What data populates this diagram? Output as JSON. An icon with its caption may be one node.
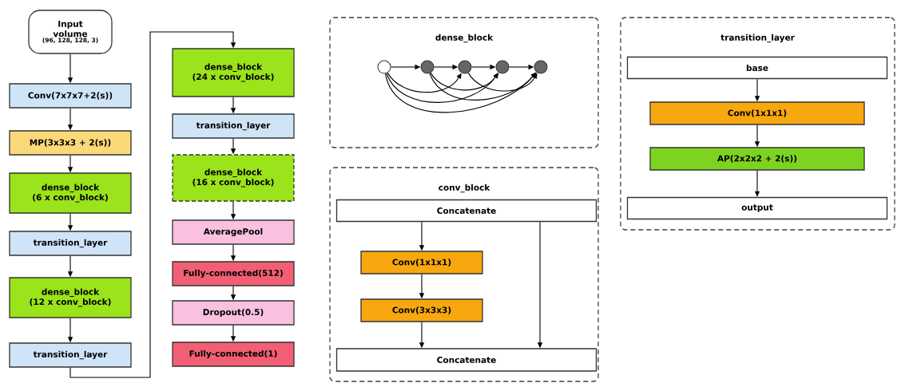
{
  "diagram": {
    "nodes": [
      {
        "text": [
          "Input volume",
          "(96, 128, 128, 3)"
        ]
      },
      {
        "text": [
          "Conv(7x7x7+2(s))"
        ]
      },
      {
        "text": [
          "MP(3x3x3 + 2(s))"
        ]
      },
      {
        "text": [
          "dense_block",
          "(6 x conv_block)"
        ]
      },
      {
        "text": [
          "transition_layer"
        ]
      },
      {
        "text": [
          "dense_block",
          "(12 x conv_block)"
        ]
      },
      {
        "text": [
          "transition_layer"
        ]
      },
      {
        "text": [
          "dense_block",
          "(24 x conv_block)"
        ]
      },
      {
        "text": [
          "transition_layer"
        ]
      },
      {
        "text": [
          "dense_block",
          "(16 x conv_block)"
        ]
      },
      {
        "text": [
          "AveragePool"
        ]
      },
      {
        "text": [
          "Fully-connected(512)"
        ]
      },
      {
        "text": [
          "Dropout(0.5)"
        ]
      },
      {
        "text": [
          "Fully-connected(1)"
        ]
      },
      {
        "text": [
          "dense_block"
        ]
      },
      {
        "text": [],
        "shape": "circle",
        "in": 14
      },
      {
        "text": [],
        "shape": "circle",
        "in": 14
      },
      {
        "text": [],
        "shape": "circle",
        "in": 14
      },
      {
        "text": [],
        "shape": "circle",
        "in": 14
      },
      {
        "text": [],
        "shape": "circle",
        "in": 14
      },
      {
        "text": [
          "conv_block"
        ]
      },
      {
        "text": [
          "Concatenate"
        ],
        "in": 20
      },
      {
        "text": [
          "Conv(1x1x1)"
        ],
        "in": 20
      },
      {
        "text": [
          "Conv(3x3x3)"
        ],
        "in": 20
      },
      {
        "text": [
          "Concatenate"
        ],
        "in": 20
      },
      {
        "text": [
          "transition_layer"
        ]
      },
      {
        "text": [
          "base"
        ],
        "in": 25
      },
      {
        "text": [
          "Conv(1x1x1)"
        ],
        "in": 25
      },
      {
        "text": [
          "AP(2x2x2 + 2(s))"
        ],
        "in": 25
      },
      {
        "text": [
          "output"
        ],
        "in": 25
      }
    ],
    "edges": [
      {
        "from": 0,
        "to": 1,
        "arrow": "to"
      },
      {
        "from": 1,
        "to": 2,
        "arrow": "to"
      },
      {
        "from": 2,
        "to": 3,
        "arrow": "to"
      },
      {
        "from": 3,
        "to": 4,
        "arrow": "to"
      },
      {
        "from": 4,
        "to": 5,
        "arrow": "to"
      },
      {
        "from": 5,
        "to": 6,
        "arrow": "to"
      },
      {
        "from": 6,
        "to": 7,
        "arrow": "to"
      },
      {
        "from": 7,
        "to": 8,
        "arrow": "to"
      },
      {
        "from": 8,
        "to": 9,
        "arrow": "to"
      },
      {
        "from": 9,
        "to": 10,
        "arrow": "to"
      },
      {
        "from": 10,
        "to": 11,
        "arrow": "to"
      },
      {
        "from": 11,
        "to": 12,
        "arrow": "to"
      },
      {
        "from": 12,
        "to": 13,
        "arrow": "to"
      },
      {
        "from": 15,
        "to": 16,
        "arrow": "to"
      },
      {
        "from": 16,
        "to": 17,
        "arrow": "to"
      },
      {
        "from": 17,
        "to": 18,
        "arrow": "to"
      },
      {
        "from": 18,
        "to": 19,
        "arrow": "to"
      },
      {
        "from": 15,
        "to": 17,
        "arrow": "to"
      },
      {
        "from": 15,
        "to": 18,
        "arrow": "to"
      },
      {
        "from": 15,
        "to": 19,
        "arrow": "to"
      },
      {
        "from": 16,
        "to": 18,
        "arrow": "to"
      },
      {
        "from": 16,
        "to": 19,
        "arrow": "to"
      },
      {
        "from": 17,
        "to": 19,
        "arrow": "to"
      },
      {
        "from": 21,
        "to": 22,
        "arrow": "to"
      },
      {
        "from": 22,
        "to": 23,
        "arrow": "to"
      },
      {
        "from": 23,
        "to": 24,
        "arrow": "to"
      },
      {
        "from": 21,
        "to": 24,
        "arrow": "to"
      },
      {
        "from": 26,
        "to": 27,
        "arrow": "to"
      },
      {
        "from": 27,
        "to": 28,
        "arrow": "to"
      },
      {
        "from": 28,
        "to": 29,
        "arrow": "to"
      }
    ]
  }
}
